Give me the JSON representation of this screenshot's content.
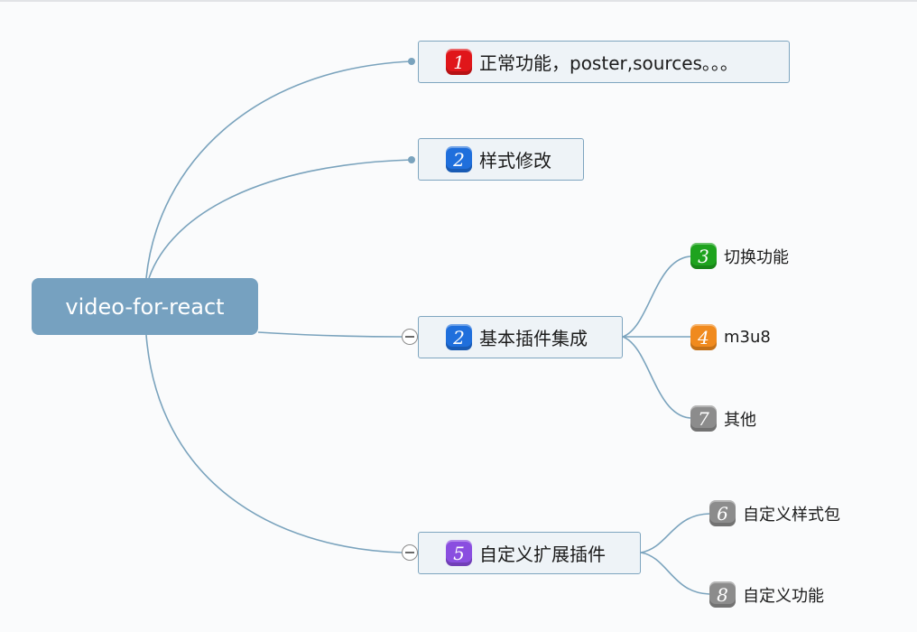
{
  "root": {
    "label": "video-for-react"
  },
  "branches": [
    {
      "label": "正常功能，poster,sources。。。",
      "marker": "1",
      "color": "#e0161a"
    },
    {
      "label": "样式修改",
      "marker": "2",
      "color": "#1f6fdc"
    },
    {
      "label": "基本插件集成",
      "marker": "2",
      "color": "#1f6fdc",
      "children": [
        {
          "label": "切换功能",
          "marker": "3",
          "color": "#1ea31e"
        },
        {
          "label": "m3u8",
          "marker": "4",
          "color": "#f08a1e"
        },
        {
          "label": "其他",
          "marker": "7",
          "color": "#8c8c8c"
        }
      ]
    },
    {
      "label": "自定义扩展插件",
      "marker": "5",
      "color": "#8a4ee0",
      "children": [
        {
          "label": "自定义样式包",
          "marker": "6",
          "color": "#8c8c8c"
        },
        {
          "label": "自定义功能",
          "marker": "8",
          "color": "#8c8c8c"
        }
      ]
    }
  ],
  "colors": {
    "connector": "#7aa3bd",
    "root_fill": "#76a1c0"
  }
}
